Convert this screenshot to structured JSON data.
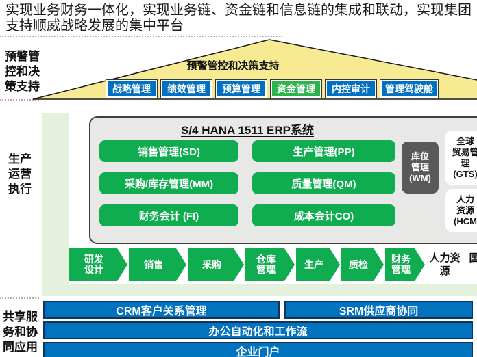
{
  "colors": {
    "yellow": "#F6EA92",
    "blue": "#0070C0",
    "green-highlight": "#2BB34C",
    "green": "#10AC50",
    "dark-gray": "#595959",
    "panel": "#E8E8E6",
    "light-green": "#E5F0DD",
    "bar-blue": "#0072BE"
  },
  "header": {
    "line1": "实现业务财务一体化，实现业务链、资金链和信息链的集成和联动，实现集团",
    "line2": "支持顺威战略发展的集中平台"
  },
  "left_labels": {
    "warning": "预警管\n控和决\n策支持",
    "production": "生产\n运营\n执行",
    "shared": "共享服\n务和协\n同应用"
  },
  "pyramid": {
    "title": "预警管控和决策支持",
    "buttons": [
      "战略管理",
      "绩效管理",
      "预算管理",
      "资金管理",
      "内控审计",
      "管理驾驶舱"
    ]
  },
  "erp": {
    "title": "S/4 HANA 1511 ERP系统",
    "modules": [
      "销售管理(SD)",
      "生产管理(PP)",
      "采购/库存管理(MM)",
      "质量管理(QM)",
      "财务会计 (FI)",
      "成本会计CO)"
    ],
    "wm": "库位\n管理\n(WM)",
    "gts": "全球\n贸易管\n理\n(GTS)",
    "hcm": "人力\n资源\n(HCM"
  },
  "flow": {
    "steps": [
      "研发\n设计",
      "销售",
      "采购",
      "仓库\n管理",
      "生产",
      "质检",
      "财务\n管理"
    ],
    "extra1": "人力资\n源",
    "extra2": "国"
  },
  "bars": {
    "crm": "CRM客户关系管理",
    "srm": "SRM供应商协同",
    "oa": "办公自动化和工作流",
    "portal": "企业门户"
  }
}
